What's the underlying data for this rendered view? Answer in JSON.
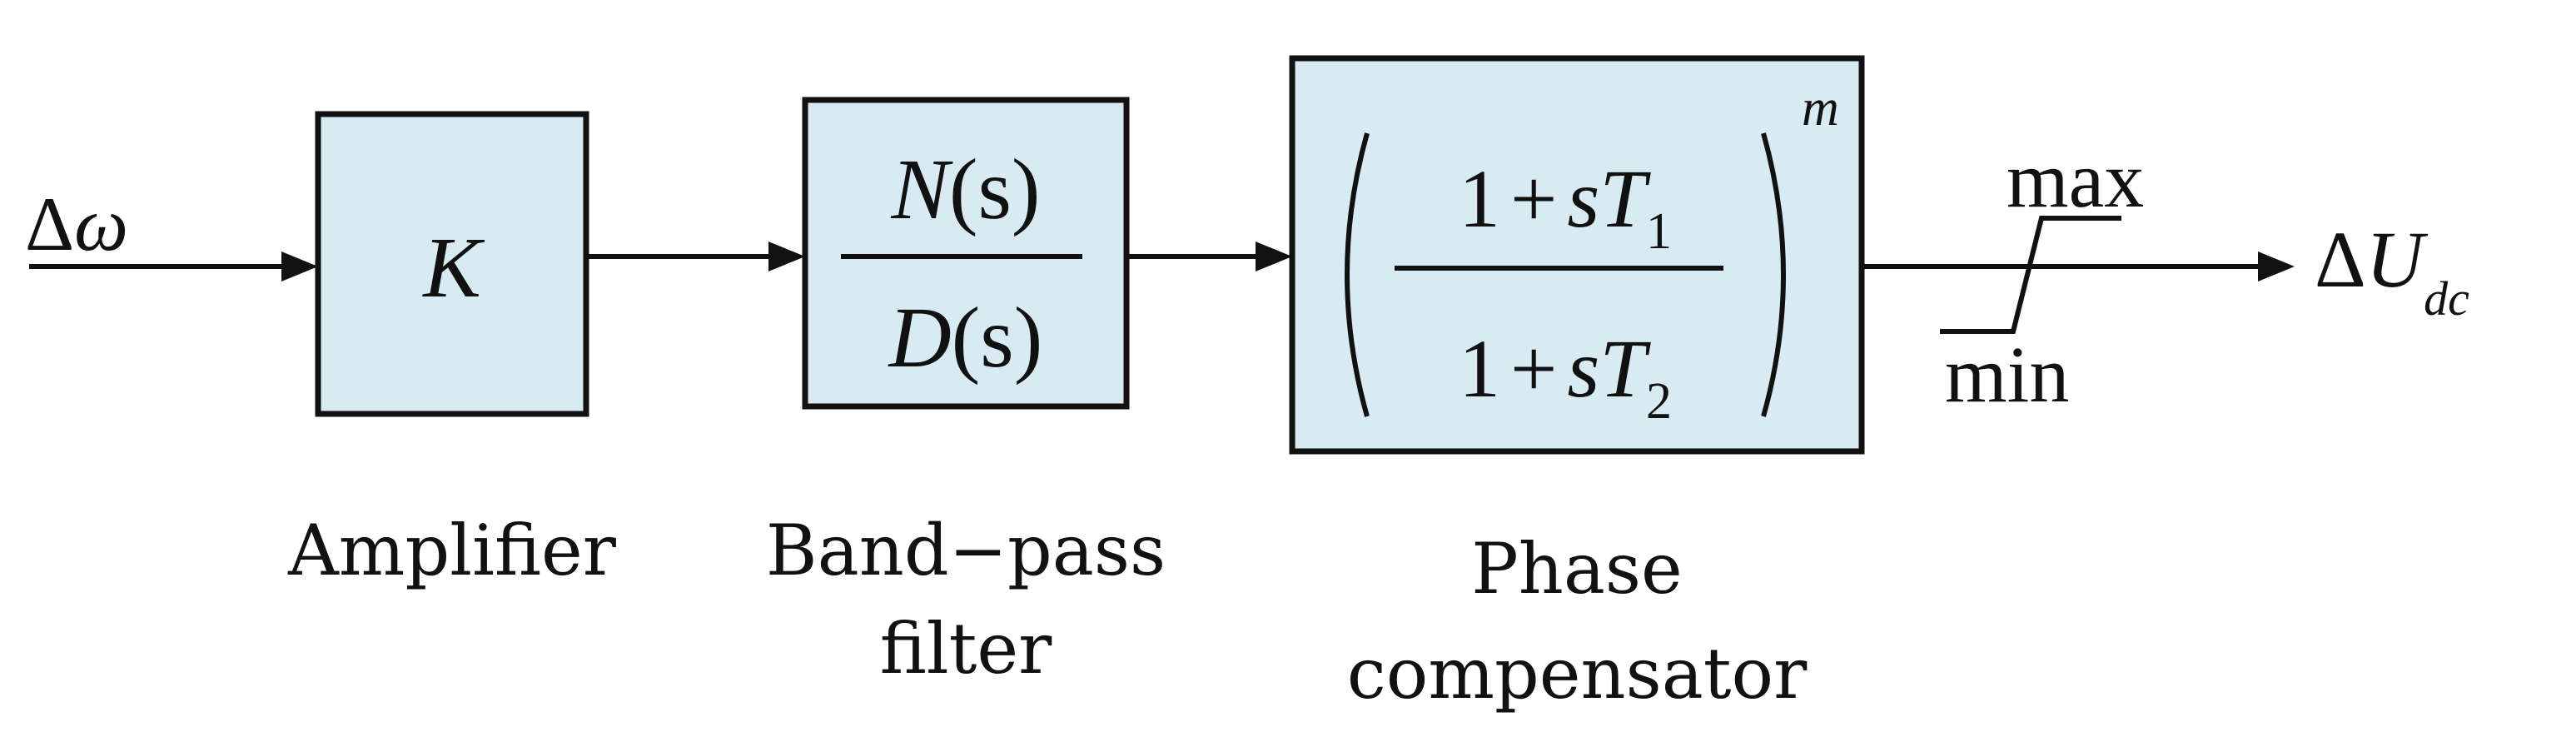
{
  "input_signal": {
    "symbol": "Δ",
    "variable": "ω"
  },
  "output_signal": {
    "symbol": "Δ",
    "variable": "U",
    "subscript": "dc"
  },
  "amplifier": {
    "gain_symbol": "K",
    "caption": "Amplifier"
  },
  "bandpass": {
    "numerator_fn": "N",
    "numerator_arg": "(s)",
    "denominator_fn": "D",
    "denominator_arg": "(s)",
    "caption_line1": "Band−pass",
    "caption_line2": "filter"
  },
  "compensator": {
    "numerator_one": "1",
    "numerator_plus": "+",
    "numerator_s": "s",
    "numerator_T": "T",
    "numerator_sub": "1",
    "denominator_one": "1",
    "denominator_plus": "+",
    "denominator_s": "s",
    "denominator_T": "T",
    "denominator_sub": "2",
    "exponent": "m",
    "caption_line1": "Phase",
    "caption_line2": "compensator"
  },
  "limiter": {
    "max_label": "max",
    "min_label": "min"
  },
  "colors": {
    "block_fill": "#d8ebf3",
    "stroke": "#111111"
  }
}
